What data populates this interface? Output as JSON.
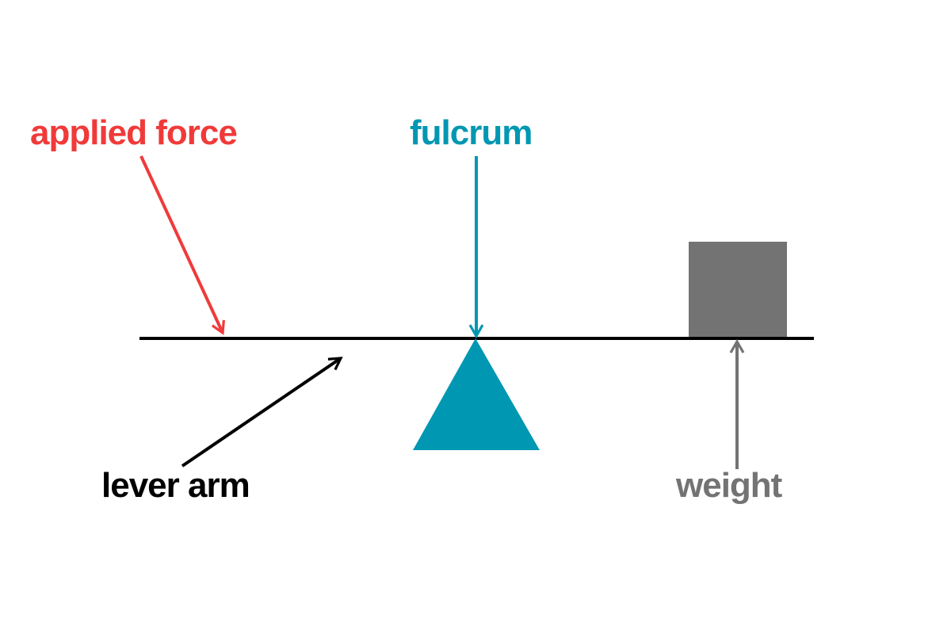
{
  "labels": {
    "applied_force": "applied force",
    "fulcrum": "fulcrum",
    "lever_arm": "lever arm",
    "weight": "weight"
  },
  "colors": {
    "applied_force": "#f03a3a",
    "fulcrum": "#0097b2",
    "lever_arm": "#000000",
    "weight": "#737373"
  }
}
